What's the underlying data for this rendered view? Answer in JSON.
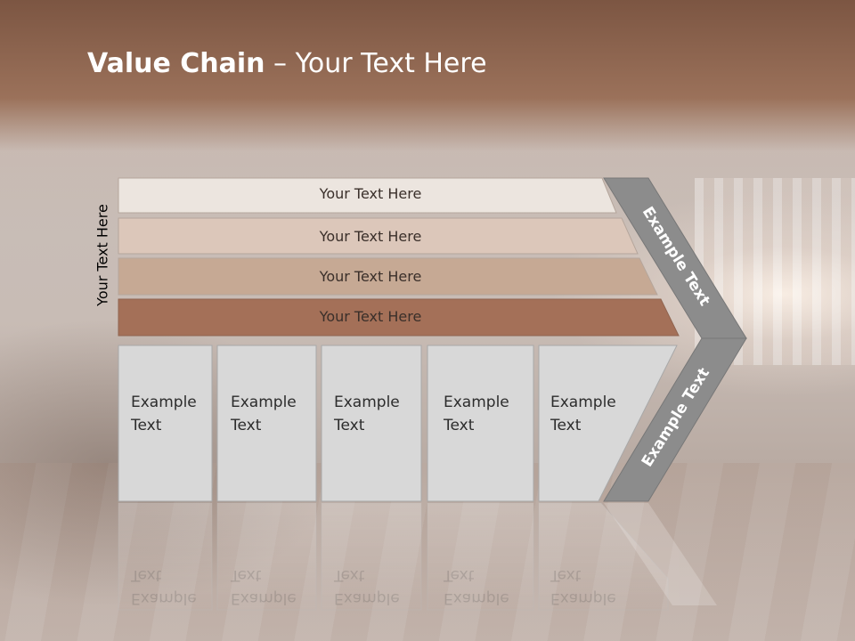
{
  "title": {
    "bold": "Value Chain",
    "rest": " – Your Text Here"
  },
  "side_label": "Your Text Here",
  "rows": [
    {
      "label": "Your Text Here",
      "color": "#ece5df"
    },
    {
      "label": "Your Text Here",
      "color": "#dcc7ba"
    },
    {
      "label": "Your Text Here",
      "color": "#c6a994"
    },
    {
      "label": "Your Text Here",
      "color": "#a47058"
    }
  ],
  "cells": [
    {
      "line1": "Example",
      "line2": "Text"
    },
    {
      "line1": "Example",
      "line2": "Text"
    },
    {
      "line1": "Example",
      "line2": "Text"
    },
    {
      "line1": "Example",
      "line2": "Text"
    },
    {
      "line1": "Example",
      "line2": "Text"
    }
  ],
  "arrow_labels": {
    "upper": "Example Text",
    "lower": "Example Text"
  },
  "colors": {
    "arrow": "#8c8c8c",
    "cell": "#d8d8d8",
    "cell_border": "#a8a8a8"
  }
}
